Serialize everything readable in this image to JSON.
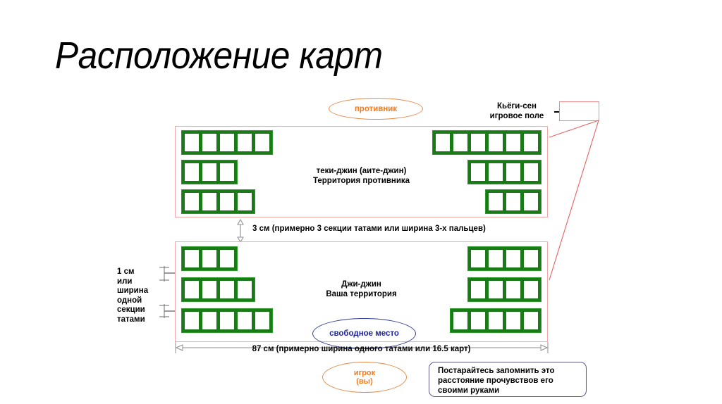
{
  "slide": {
    "title": "Расположение карт",
    "background_color": "#ffffff"
  },
  "colors": {
    "card_green": "#1a7a17",
    "card_green_light": "#2c9c28",
    "field_border_pink": "#f4a7a7",
    "ellipse_orange": "#ef7c22",
    "ellipse_blue": "#1f24a8",
    "callout_border": "#5a5a8a",
    "leader_red": "#e8615f",
    "text_black": "#000000"
  },
  "labels": {
    "opponent_ellipse": "противник",
    "player_ellipse": "игрок\n(вы)",
    "free_space_ellipse": "свободное место",
    "kyogi_sen": "Кьёги-сен\nигровое поле",
    "field_top": "теки-джин (аите-джин)\nТерритория противника",
    "field_bottom": "Джи-джин\nВаша территория"
  },
  "dimensions": {
    "gap_3cm": "3 см (примерно 3 секции татами или ширина 3-х пальцев)",
    "width_87cm": "87 см (примерно ширина одного татами или 16.5 карт)",
    "section_1cm": "1 см\nили\nширина\nодной\nсекции\nтатами"
  },
  "callout": {
    "text": "Постарайтесь запомнить это\nрасстояние прочувствов его\nсвоими руками"
  },
  "fields": {
    "top": {
      "name": "teki-jin",
      "left_rows": [
        5,
        3,
        4
      ],
      "right_rows": [
        6,
        4,
        3
      ]
    },
    "bottom": {
      "name": "ji-jin",
      "left_rows": [
        3,
        4,
        5
      ],
      "right_rows": [
        4,
        4,
        5
      ]
    }
  }
}
